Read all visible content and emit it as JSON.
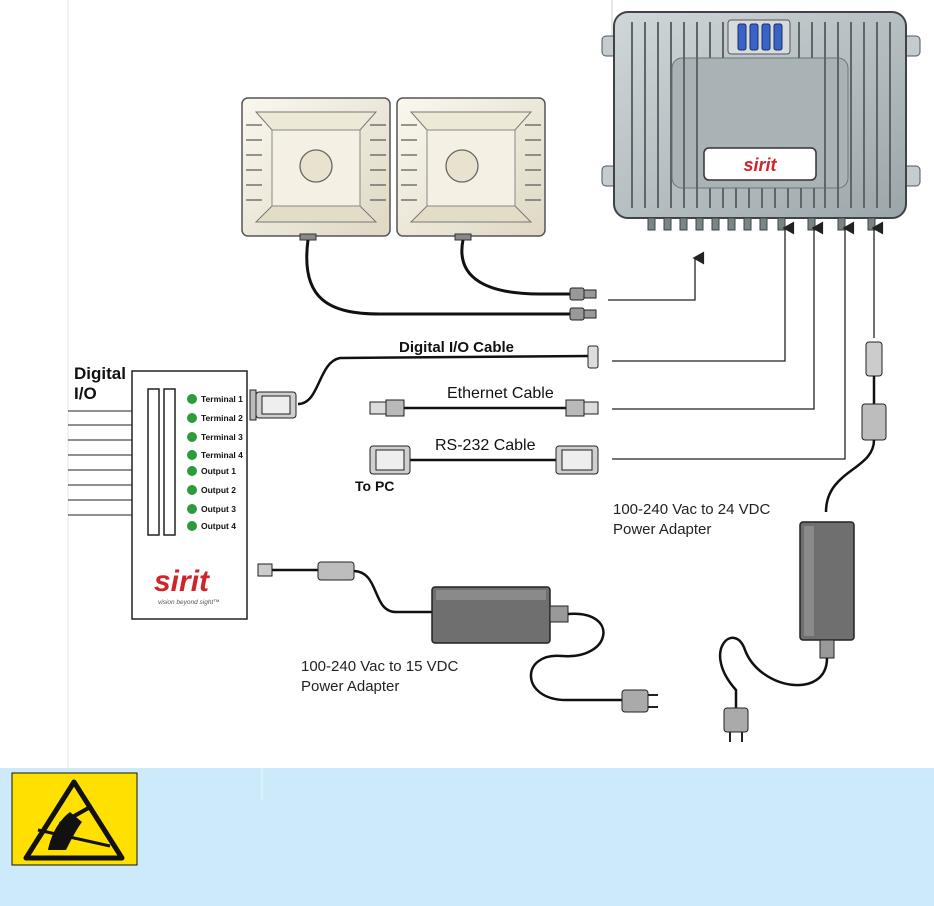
{
  "digital_io": {
    "title_line1": "Digital",
    "title_line2": "I/O",
    "terminals": [
      "Terminal 1",
      "Terminal 2",
      "Terminal 3",
      "Terminal 4",
      "Output 1",
      "Output 2",
      "Output 3",
      "Output 4"
    ],
    "led_color": "#2e9a3a",
    "logo_text": "sirit",
    "logo_tagline": "vision beyond sight™"
  },
  "reader": {
    "logo_text": "sirit"
  },
  "cables": {
    "digital_io": "Digital I/O Cable",
    "ethernet": "Ethernet Cable",
    "rs232": "RS-232 Cable",
    "to_pc": "To PC"
  },
  "adapters": {
    "reader_line1": "100-240 Vac to 24 VDC",
    "reader_line2": "Power Adapter",
    "io_line1": "100-240 Vac to 15 VDC",
    "io_line2": "Power Adapter"
  },
  "notice": {
    "icon": "esd-warning-icon",
    "background": "#cdeafa",
    "icon_color": "#ffe000"
  },
  "colors": {
    "logo_red": "#d1242a",
    "reader_body": "#b9c2c5",
    "antenna_body": "#f3efe2"
  }
}
